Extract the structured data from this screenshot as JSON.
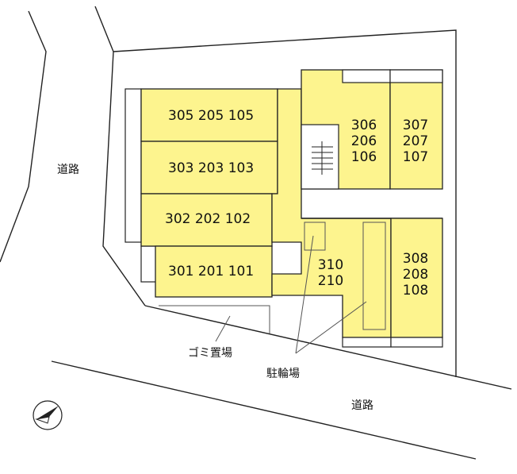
{
  "rooms": {
    "row_305": "305  205  105",
    "row_303": "303  203  103",
    "row_302": "302  202  102",
    "row_301": "301  201  101",
    "col_306": [
      "306",
      "206",
      "106"
    ],
    "col_307": [
      "307",
      "207",
      "107"
    ],
    "col_310": [
      "310",
      "210"
    ],
    "col_308": [
      "308",
      "208",
      "108"
    ]
  },
  "labels": {
    "road_left": "道路",
    "road_bottom": "道路",
    "garbage": "ゴミ置場",
    "bicycle": "駐輪場"
  },
  "colors": {
    "unit_fill": "#fdf48e",
    "line": "#222222"
  },
  "icons": {
    "compass": "north-arrow-icon"
  }
}
